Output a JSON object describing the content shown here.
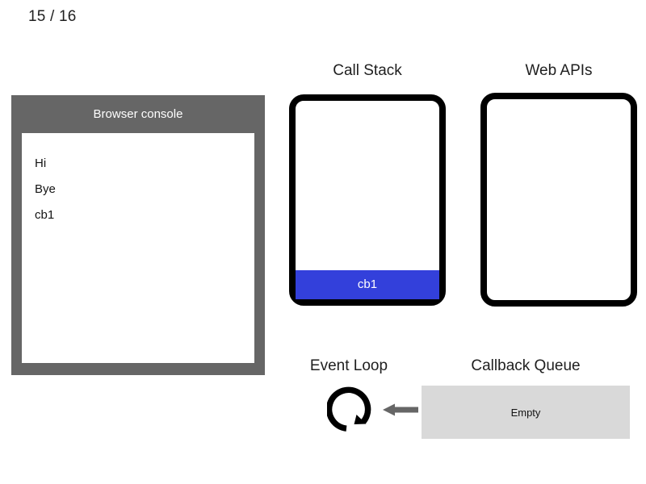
{
  "slide": {
    "counter": "15 / 16"
  },
  "console": {
    "title": "Browser console",
    "lines": [
      "Hi",
      "Bye",
      "cb1"
    ]
  },
  "call_stack": {
    "heading": "Call Stack",
    "frames": [
      {
        "label": "cb1",
        "color": "#3340db"
      }
    ]
  },
  "web_apis": {
    "heading": "Web APIs",
    "items": []
  },
  "event_loop": {
    "heading": "Event Loop",
    "icon": "circular-arrow-icon",
    "arrow_icon": "arrow-left-icon",
    "arrow_color": "#666666"
  },
  "callback_queue": {
    "heading": "Callback Queue",
    "status": "Empty",
    "background": "#d9d9d9"
  },
  "theme": {
    "page_background": "#ffffff",
    "console_frame": "#666666",
    "box_border": "#000000",
    "text": "#1f1f1f"
  }
}
